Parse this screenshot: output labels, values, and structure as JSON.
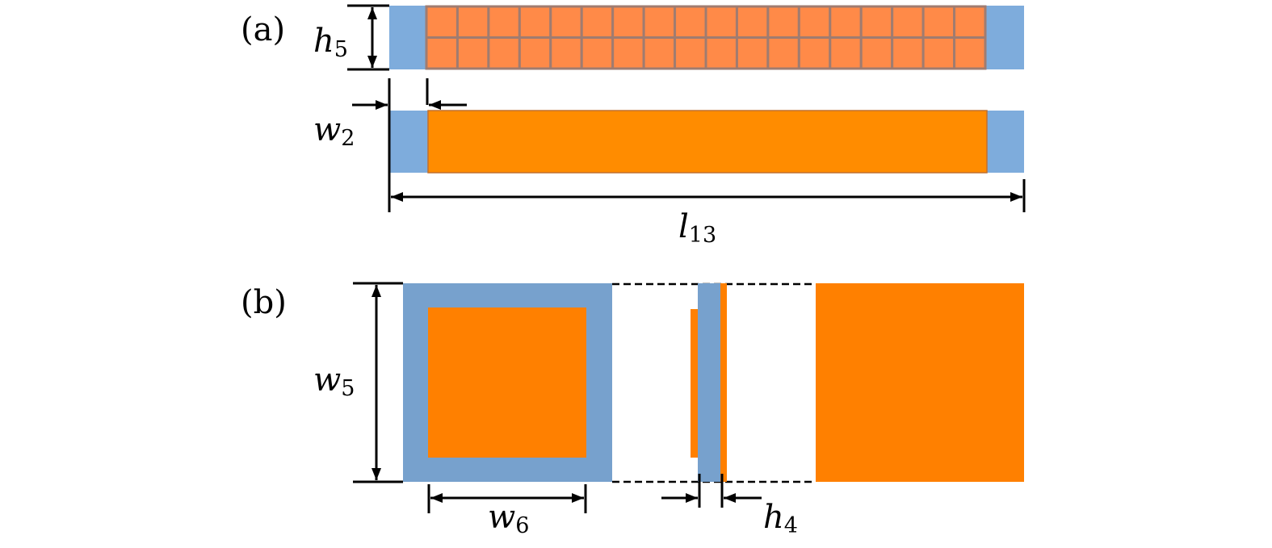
{
  "panels": {
    "a": {
      "label": "(a)",
      "dim_height": {
        "sym": "h",
        "sub": "5"
      },
      "dim_gap": {
        "sym": "w",
        "sub": "2"
      },
      "dim_length": {
        "sym": "l",
        "sub": "13"
      },
      "grid_rows": 2,
      "grid_cols": 18
    },
    "b": {
      "label": "(b)",
      "dim_width": {
        "sym": "w",
        "sub": "5"
      },
      "dim_inner": {
        "sym": "w",
        "sub": "6"
      },
      "dim_thickness": {
        "sym": "h",
        "sub": "4"
      }
    }
  },
  "colors": {
    "blue": "#7eacdc",
    "blue_b": "#77a1cd",
    "orange_tile": "#ff8a48",
    "orange": "#ff8c00",
    "orange_b": "#ff8000",
    "tile_border": "#a07c70"
  }
}
